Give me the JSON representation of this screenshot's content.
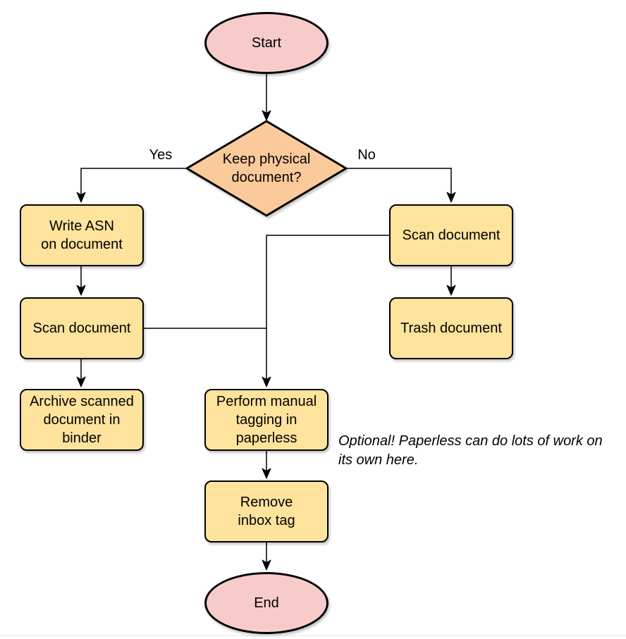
{
  "diagram": {
    "type": "flowchart",
    "nodes": {
      "start": {
        "label": "Start",
        "shape": "ellipse"
      },
      "decision": {
        "label": "Keep physical\ndocument?",
        "shape": "diamond"
      },
      "write_asn": {
        "label": "Write ASN\non document",
        "shape": "process"
      },
      "scan_left": {
        "label": "Scan document",
        "shape": "process"
      },
      "archive": {
        "label": "Archive scanned\ndocument in\nbinder",
        "shape": "process"
      },
      "scan_right": {
        "label": "Scan document",
        "shape": "process"
      },
      "trash": {
        "label": "Trash document",
        "shape": "process"
      },
      "tagging": {
        "label": "Perform manual\ntagging in\npaperless",
        "shape": "process"
      },
      "remove_inbox": {
        "label": "Remove\ninbox tag",
        "shape": "process"
      },
      "end": {
        "label": "End",
        "shape": "ellipse"
      }
    },
    "edge_labels": {
      "yes": "Yes",
      "no": "No"
    },
    "annotation": "Optional! Paperless can do lots of work on\nits own here.",
    "colors": {
      "terminal_fill": "#f8cbcb",
      "decision_fill": "#fbca9b",
      "process_fill": "#fde39c",
      "stroke": "#000000",
      "bottom_rule": "#e4e4e4"
    }
  }
}
